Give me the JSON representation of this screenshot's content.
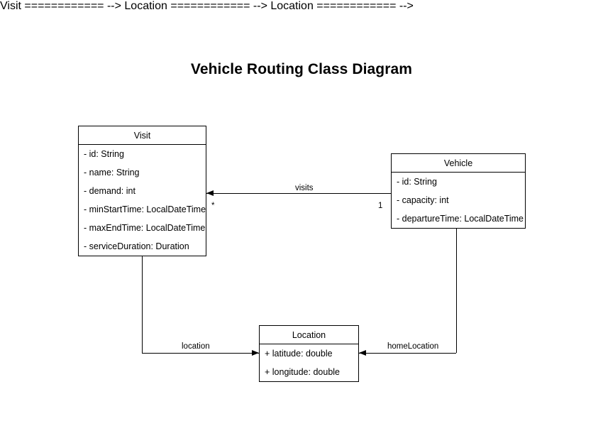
{
  "diagram": {
    "title": "Vehicle Routing Class Diagram",
    "background_color": "#ffffff",
    "line_color": "#000000",
    "text_color": "#000000"
  },
  "classes": [
    {
      "name": "Visit",
      "attributes": [
        "- id: String",
        "- name: String",
        "- demand: int",
        "- minStartTime: LocalDateTime",
        "- maxEndTime: LocalDateTime",
        "- serviceDuration: Duration"
      ]
    },
    {
      "name": "Vehicle",
      "attributes": [
        "- id: String",
        "- capacity: int",
        "- departureTime: LocalDateTime"
      ]
    },
    {
      "name": "Location",
      "attributes": [
        "+ latitude: double",
        "+ longitude: double"
      ]
    }
  ],
  "relations": [
    {
      "label": "visits",
      "from": "Vehicle",
      "to": "Visit",
      "source_multiplicity": "1",
      "target_multiplicity": "*",
      "arrow": "left"
    },
    {
      "label": "location",
      "from": "Visit",
      "to": "Location",
      "source_multiplicity": "",
      "target_multiplicity": "",
      "arrow": "right"
    },
    {
      "label": "homeLocation",
      "from": "Vehicle",
      "to": "Location",
      "source_multiplicity": "",
      "target_multiplicity": "",
      "arrow": "left"
    }
  ]
}
